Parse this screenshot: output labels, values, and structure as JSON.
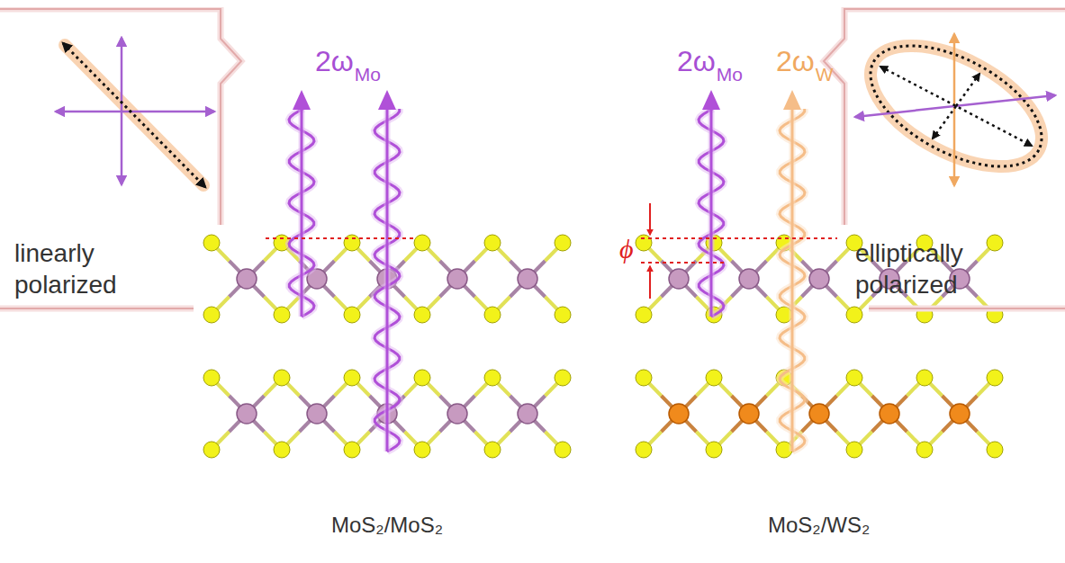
{
  "diagram": {
    "nodes": [
      {
        "text": [
          "linearly polarized"
        ]
      },
      {
        "text": [
          "elliptically polarized"
        ]
      }
    ],
    "labels": [
      "2ω",
      "Mo",
      "2ω",
      "Mo",
      "2ω",
      "W",
      "ϕ",
      "MoS₂/MoS₂",
      "MoS₂/WS₂"
    ]
  }
}
